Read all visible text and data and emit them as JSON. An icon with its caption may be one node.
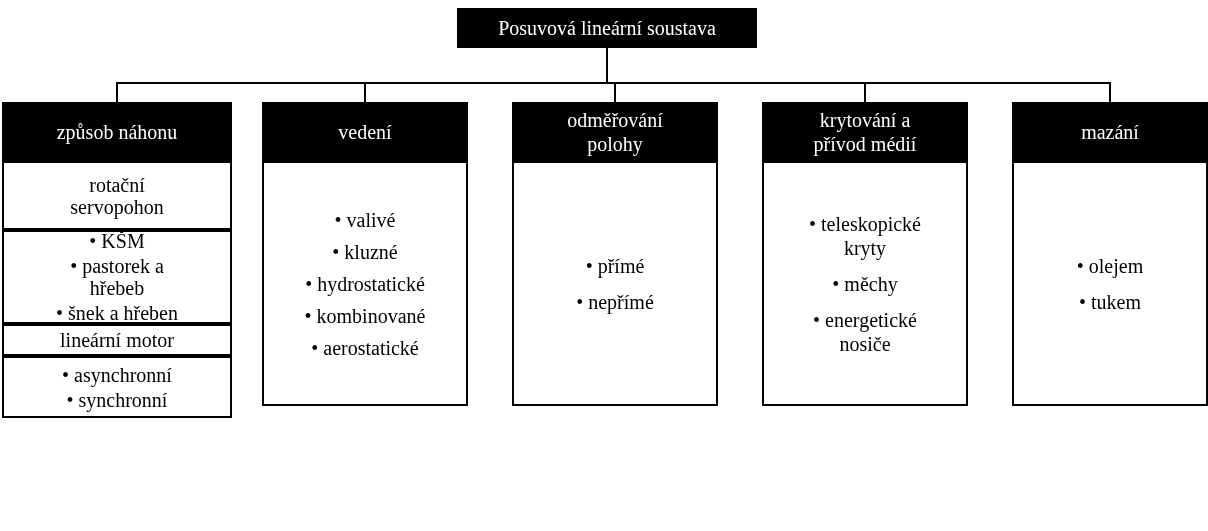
{
  "diagram": {
    "nodes": [
      {
        "text": [
          "Posuvová lineární soustava"
        ]
      },
      {
        "text": [
          "způsob náhonu"
        ]
      },
      {
        "text": [
          "rotační servopohon"
        ]
      },
      {
        "text": [
          "• KŠM",
          "• pastorek a hřebeb",
          "• šnek a hřeben"
        ]
      },
      {
        "text": [
          "lineární motor"
        ]
      },
      {
        "text": [
          "• asynchronní",
          "• synchronní"
        ]
      },
      {
        "text": [
          "vedení"
        ]
      },
      {
        "text": [
          "• valivé",
          "• kluzné",
          "• hydrostatické",
          "• kombinované",
          "• aerostatické"
        ]
      },
      {
        "text": [
          "odměřování polohy"
        ]
      },
      {
        "text": [
          "• přímé",
          "• nepřímé"
        ]
      },
      {
        "text": [
          "krytování a přívod médií"
        ]
      },
      {
        "text": [
          "• teleskopické kryty",
          "• měchy",
          "• energetické nosiče"
        ]
      },
      {
        "text": [
          "mazání"
        ]
      },
      {
        "text": [
          "• olejem",
          "• tukem"
        ]
      }
    ],
    "edges": [
      {
        "from": 0,
        "to": 1,
        "arrow": "none"
      },
      {
        "from": 0,
        "to": 6,
        "arrow": "none"
      },
      {
        "from": 0,
        "to": 8,
        "arrow": "none"
      },
      {
        "from": 0,
        "to": 10,
        "arrow": "none"
      },
      {
        "from": 0,
        "to": 12,
        "arrow": "none"
      }
    ]
  }
}
